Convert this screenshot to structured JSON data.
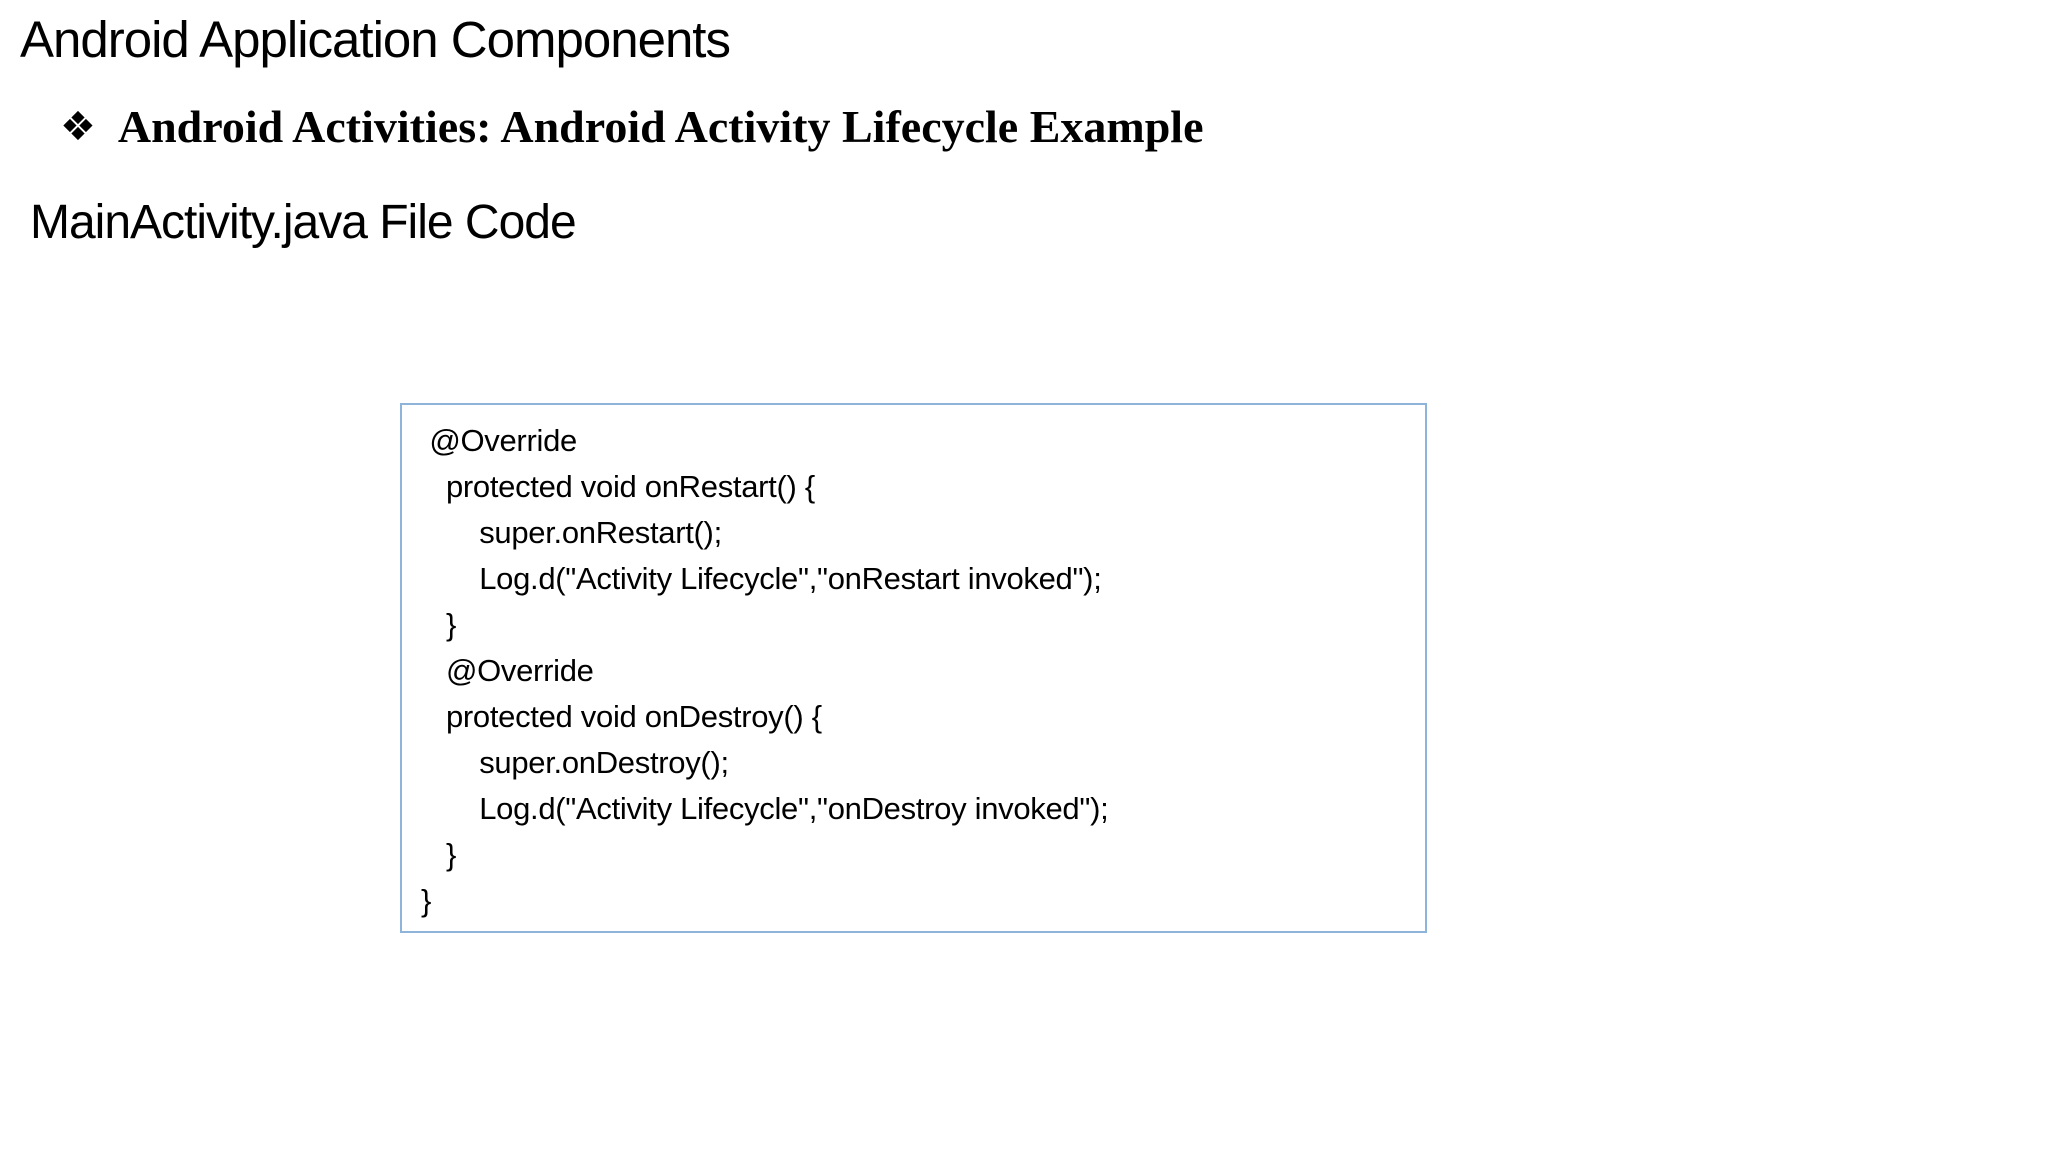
{
  "slide": {
    "title": "Android Application Components",
    "bullet": {
      "glyph": "❖",
      "text": "Android Activities: Android Activity Lifecycle Example"
    },
    "subtitle": "MainActivity.java File Code",
    "code_box": {
      "border_color": "#8eb4d9",
      "lines": [
        " @Override",
        "   protected void onRestart() {",
        "       super.onRestart();",
        "       Log.d(\"Activity Lifecycle\",\"onRestart invoked\");",
        "   }",
        "   @Override",
        "   protected void onDestroy() {",
        "       super.onDestroy();",
        "       Log.d(\"Activity Lifecycle\",\"onDestroy invoked\");",
        "   }",
        "}"
      ]
    }
  }
}
